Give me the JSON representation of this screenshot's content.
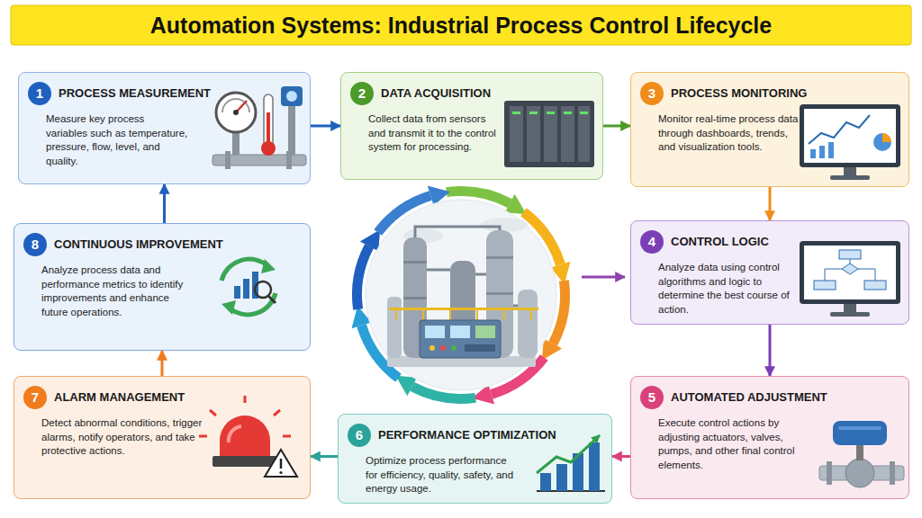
{
  "diagram": {
    "title": "Automation Systems: Industrial Process Control Lifecycle",
    "nodes": [
      {
        "text": [
          "1",
          "PROCESS MEASUREMENT",
          "Measure key process variables such as temperature, pressure, flow, level, and quality."
        ]
      },
      {
        "text": [
          "2",
          "DATA ACQUISITION",
          "Collect data from sensors and transmit it to the control system for processing."
        ]
      },
      {
        "text": [
          "3",
          "PROCESS MONITORING",
          "Monitor real-time process data through dashboards, trends, and visualization tools."
        ]
      },
      {
        "text": [
          "4",
          "CONTROL LOGIC",
          "Analyze data using control algorithms and logic to determine the best course of action."
        ]
      },
      {
        "text": [
          "5",
          "AUTOMATED ADJUSTMENT",
          "Execute control actions by adjusting actuators, valves, pumps, and other final control elements."
        ]
      },
      {
        "text": [
          "6",
          "PERFORMANCE OPTIMIZATION",
          "Optimize process performance for efficiency, quality, safety, and energy usage."
        ]
      },
      {
        "text": [
          "7",
          "ALARM MANAGEMENT",
          "Detect abnormal conditions, trigger alarms, notify operators, and take protective actions."
        ]
      },
      {
        "text": [
          "8",
          "CONTINUOUS IMPROVEMENT",
          "Analyze process data and performance metrics to identify improvements and enhance future operations."
        ]
      }
    ],
    "edges": [
      {
        "from": 0,
        "to": 1,
        "arrow": "to"
      },
      {
        "from": 1,
        "to": 2,
        "arrow": "to"
      },
      {
        "from": 2,
        "to": 3,
        "arrow": "to"
      },
      {
        "from": 3,
        "to": 4,
        "arrow": "to"
      },
      {
        "from": 4,
        "to": 5,
        "arrow": "to"
      },
      {
        "from": 5,
        "to": 6,
        "arrow": "to"
      },
      {
        "from": 6,
        "to": 7,
        "arrow": "to"
      },
      {
        "from": 7,
        "to": 0,
        "arrow": "to"
      }
    ]
  }
}
